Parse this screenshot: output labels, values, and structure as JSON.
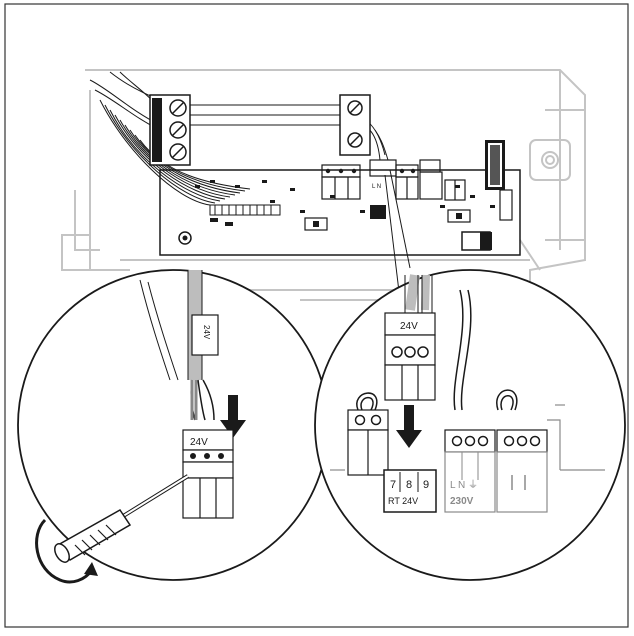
{
  "labels": {
    "connector_top": "24V",
    "connector_left": "24V",
    "connector_right": "24V",
    "tag_cable": "24V",
    "board_terminal_small": "L N",
    "terminal_numbers": [
      "7",
      "8",
      "9"
    ],
    "rt_label": "RT 24V",
    "mains_symbols": "L N ⏚",
    "mains_voltage": "230V"
  },
  "colors": {
    "line": "#1a1a1a",
    "light_line": "#bdbdbd",
    "grey": "#8a8a8a",
    "frame": "#333333"
  }
}
